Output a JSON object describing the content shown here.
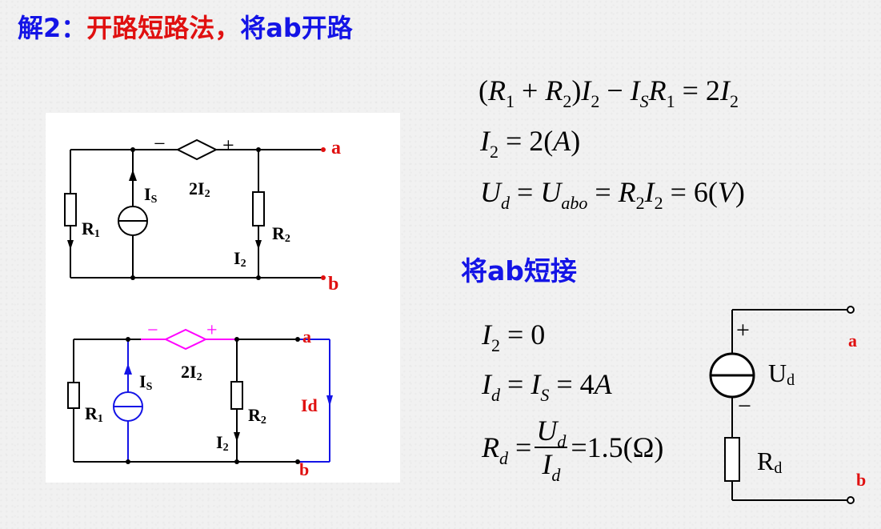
{
  "title": {
    "prefix": "解2：",
    "method": "开路短路法，",
    "step": "将ab开路"
  },
  "short_heading": "将ab短接",
  "open_equations": {
    "eq1": "(R₁ + R₂)I₂ − I_S R₁ = 2I₂",
    "eq2": "I₂ = 2(A)",
    "eq3": "U_d = U_abo = R₂I₂ = 6(V)"
  },
  "short_equations": {
    "eq1": "I₂ = 0",
    "eq2": "I_d = I_S = 4A",
    "eq3": "R_d = U_d / I_d = 1.5(Ω)"
  },
  "circuit_open": {
    "source_label": "I",
    "source_sub": "S",
    "r1_label": "R",
    "r1_sub": "1",
    "r2_label": "R",
    "r2_sub": "2",
    "i2_label": "I",
    "i2_sub": "2",
    "dep_value": "2I",
    "dep_sub": "2",
    "minus": "−",
    "plus": "+",
    "node_a": "a",
    "node_b": "b"
  },
  "circuit_short": {
    "source_label": "I",
    "source_sub": "S",
    "r1_label": "R",
    "r1_sub": "1",
    "r2_label": "R",
    "r2_sub": "2",
    "i2_label": "I",
    "i2_sub": "2",
    "dep_value": "2I",
    "dep_sub": "2",
    "minus": "−",
    "plus": "+",
    "id_label": "Id",
    "node_a": "a",
    "node_b": "b"
  },
  "thevenin": {
    "plus": "+",
    "minus": "−",
    "source_label": "U",
    "source_sub": "d",
    "res_label": "R",
    "res_sub": "d",
    "node_a": "a",
    "node_b": "b"
  },
  "colors": {
    "title_blue": "#1414e6",
    "title_red": "#e01010",
    "node_red": "#e01010",
    "short_blue": "#1414e6",
    "dep_magenta": "#ff00ff"
  }
}
